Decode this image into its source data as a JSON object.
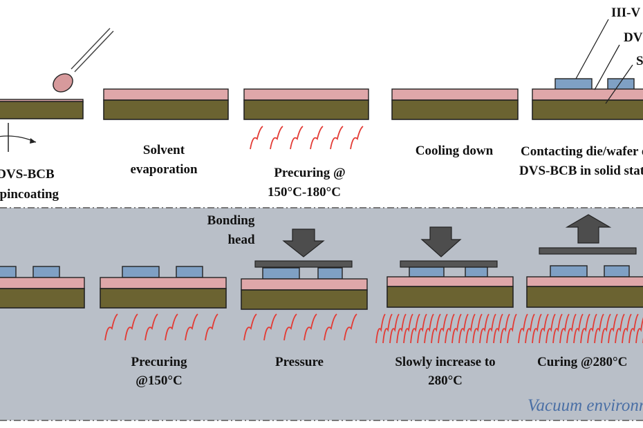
{
  "labels": {
    "spin_line1": "DVS-BCB",
    "spin_line2": "Spincoating",
    "solvent_line1": "Solvent",
    "solvent_line2": "evaporation",
    "precure_top_line1": "Precuring  @",
    "precure_top_line2": "150°C-180°C",
    "cooling": "Cooling down",
    "contact_line1": "Contacting die/wafer on",
    "contact_line2": "DVS-BCB in solid state",
    "callout_die": "III-V die",
    "callout_bcb": "DVS-BCB",
    "callout_si": "SOI",
    "bonding_head_line1": "Bonding",
    "bonding_head_line2": "head",
    "precure_bottom_line1": "Precuring",
    "precure_bottom_line2": "@150°C",
    "pressure": "Pressure",
    "increase_line1": "Slowly increase to",
    "increase_line2": "280°C",
    "curing": "Curing @280°C",
    "vacuum": "Vacuum environment"
  },
  "colors": {
    "substrate": "#6b6331",
    "bcb_layer": "#dfa7a9",
    "die": "#7fa0c4",
    "heat": "#e33a34",
    "vacuum_bg": "#b9bfc8",
    "vacuum_text": "#4a6fa5"
  }
}
